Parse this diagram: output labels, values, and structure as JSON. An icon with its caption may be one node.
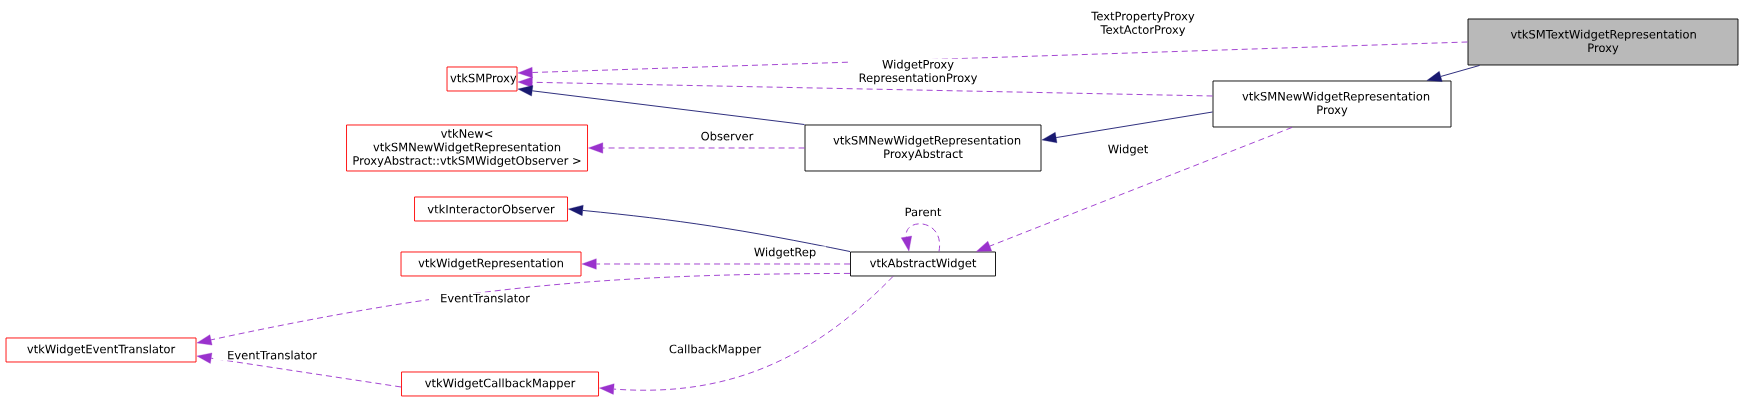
{
  "diagram": {
    "nodes": [
      {
        "text": [
          "vtkSMTextWidgetRepresentation Proxy"
        ]
      },
      {
        "text": [
          "vtkSMProxy"
        ]
      },
      {
        "text": [
          "vtkSMNewWidgetRepresentation Proxy"
        ]
      },
      {
        "text": [
          "vtkNew< vtkSMNewWidgetRepresentation ProxyAbstract::vtkSMWidgetObserver >"
        ]
      },
      {
        "text": [
          "vtkSMNewWidgetRepresentation ProxyAbstract"
        ]
      },
      {
        "text": [
          "vtkInteractorObserver"
        ]
      },
      {
        "text": [
          "vtkWidgetRepresentation"
        ]
      },
      {
        "text": [
          "vtkAbstractWidget"
        ]
      },
      {
        "text": [
          "vtkWidgetEventTranslator"
        ]
      },
      {
        "text": [
          "vtkWidgetCallbackMapper"
        ]
      }
    ],
    "edges": [
      {
        "from": 0,
        "to": 2,
        "arrow": "to",
        "color": "#191970"
      },
      {
        "from": 0,
        "to": 1,
        "arrow": "to",
        "label": "TextPropertyProxy TextActorProxy",
        "style": "dashed",
        "color": "#9a32cd"
      },
      {
        "from": 2,
        "to": 1,
        "arrow": "to",
        "label": "WidgetProxy RepresentationProxy",
        "style": "dashed",
        "color": "#9a32cd"
      },
      {
        "from": 2,
        "to": 4,
        "arrow": "to",
        "color": "#191970"
      },
      {
        "from": 4,
        "to": 1,
        "arrow": "to",
        "color": "#191970"
      },
      {
        "from": 4,
        "to": 3,
        "arrow": "to",
        "label": "Observer",
        "style": "dashed",
        "color": "#9a32cd"
      },
      {
        "from": 2,
        "to": 7,
        "arrow": "to",
        "label": "Widget",
        "style": "dashed",
        "color": "#9a32cd"
      },
      {
        "from": 7,
        "to": 5,
        "arrow": "to",
        "color": "#191970"
      },
      {
        "from": 7,
        "to": 7,
        "arrow": "to",
        "label": "Parent",
        "style": "dashed",
        "color": "#9a32cd"
      },
      {
        "from": 7,
        "to": 6,
        "arrow": "to",
        "label": "WidgetRep",
        "style": "dashed",
        "color": "#9a32cd"
      },
      {
        "from": 7,
        "to": 8,
        "arrow": "to",
        "label": "EventTranslator",
        "style": "dashed",
        "color": "#9a32cd"
      },
      {
        "from": 7,
        "to": 9,
        "arrow": "to",
        "label": "CallbackMapper",
        "style": "dashed",
        "color": "#9a32cd"
      },
      {
        "from": 9,
        "to": 8,
        "arrow": "to",
        "label": "EventTranslator",
        "style": "dashed",
        "color": "#9a32cd"
      }
    ]
  }
}
